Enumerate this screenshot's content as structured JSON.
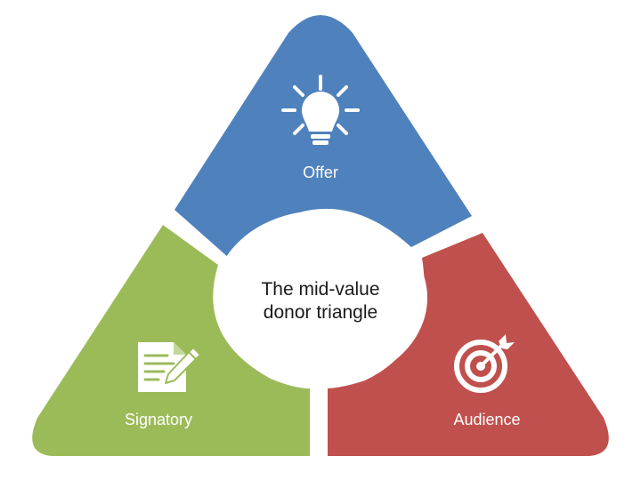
{
  "diagram": {
    "center": {
      "line1": "The mid-value",
      "line2": "donor triangle"
    },
    "segments": {
      "offer": {
        "label": "Offer",
        "color": "#4f81bd",
        "icon": "lightbulb-icon"
      },
      "signatory": {
        "label": "Signatory",
        "color": "#9bbb59",
        "icon": "document-signature-icon"
      },
      "audience": {
        "label": "Audience",
        "color": "#c0504d",
        "icon": "target-icon"
      }
    }
  }
}
